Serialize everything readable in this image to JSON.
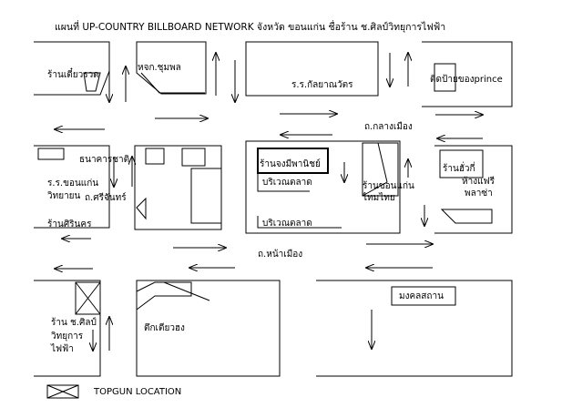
{
  "title": "แผนที่ UP-COUNTRY BILLBOARD NETWORK จังหวัด ขอนแก่น ชื่อร้าน ช.ศิลป์วิทยุการไฟฟ้า",
  "roads": {
    "klang_mueang": "ถ.กลางเมือง",
    "na_mueang": "ถ.หน้าเมือง",
    "si_chan": "ถ.ศรีจันทร์"
  },
  "places": {
    "tiao_ruad": "ร้านเตี๋ยวรวด",
    "hjk_chumphon": "หจก.ชุมพล",
    "kanlaya": "ร.ร.กัลยาณวัตร",
    "prince": "ติดป้ายของprince",
    "thanakhan_chat": "ธนาคารชาติ",
    "rr_khonkaen_1": "ร.ร.ขอนแก่น",
    "rr_khonkaen_2": "วิทยายน",
    "sirinakorn": "ร้านศิรินคร",
    "chong_mi": "ร้านจงมีพานิชย์",
    "market_1": "บริเวณตลาด",
    "market_2": "บริเวณตลาด",
    "khonkaen_thai_1": "ร้านขอนแก่น",
    "khonkaen_thai_2": "ไทมไทย",
    "hua_ki": "ร้านฮั่วกี่",
    "kaofa_1": "ห้างแฟรี",
    "kaofa_2": "พลาซ่า",
    "sinlap_1": "ร้าน ช.ศิลป์",
    "sinlap_2": "วิทยุการ",
    "sinlap_3": "ไฟฟ้า",
    "tuk_tiao_hong": "ตึกเตียวฮง",
    "mongkhon": "มงคลสถาน"
  },
  "legend": {
    "label": "TOPGUN LOCATION",
    "icon": "crossed-box-icon"
  }
}
